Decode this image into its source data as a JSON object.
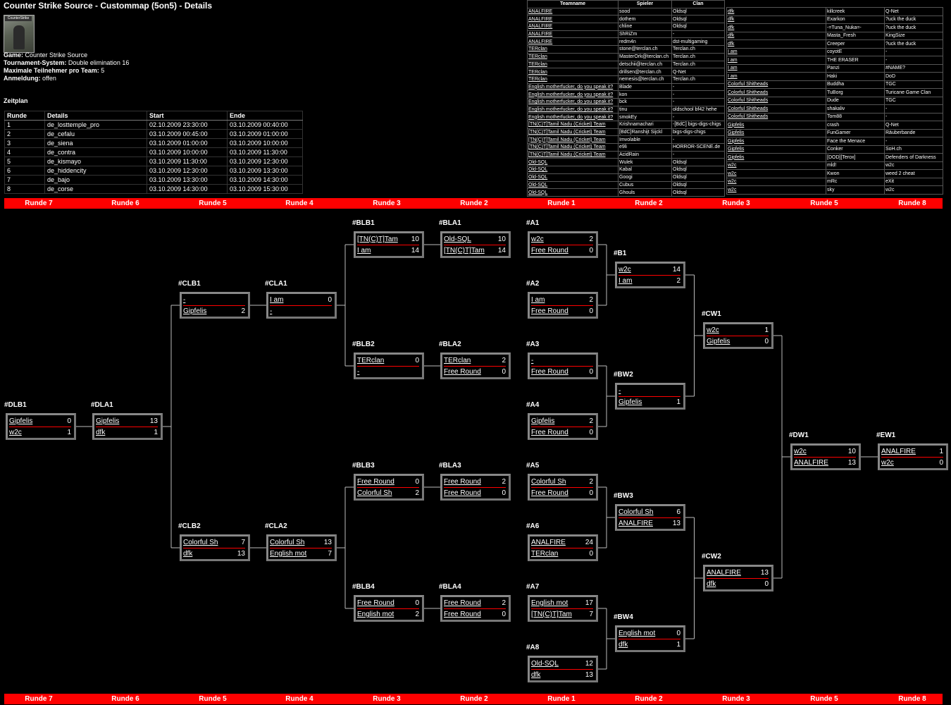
{
  "header": {
    "title": "Counter Strike Source - Custommap (5on5) - Details",
    "logo_icon": "counter-strike-logo-icon",
    "logo_text": "CounterStrike",
    "game_label": "Game:",
    "game_value": "Counter Strike Source",
    "system_label": "Tournament-System:",
    "system_value": "Double elimination 16",
    "max_label": "Maximale Teilnehmer pro Team:",
    "max_value": "5",
    "signup_label": "Anmeldung:",
    "signup_value": "offen",
    "schedule_heading": "Zeitplan"
  },
  "schedule": {
    "columns": [
      "Runde",
      "Details",
      "Start",
      "Ende"
    ],
    "rows": [
      [
        "1",
        "de_losttemple_pro",
        "02.10.2009 23:30:00",
        "03.10.2009 00:40:00"
      ],
      [
        "2",
        "de_cefalu",
        "03.10.2009 00:45:00",
        "03.10.2009 01:00:00"
      ],
      [
        "3",
        "de_siena",
        "03.10.2009 01:00:00",
        "03.10.2009 10:00:00"
      ],
      [
        "4",
        "de_contra",
        "03.10.2009 10:00:00",
        "03.10.2009 11:30:00"
      ],
      [
        "5",
        "de_kismayo",
        "03.10.2009 11:30:00",
        "03.10.2009 12:30:00"
      ],
      [
        "6",
        "de_hiddencity",
        "03.10.2009 12:30:00",
        "03.10.2009 13:30:00"
      ],
      [
        "7",
        "de_bajo",
        "03.10.2009 13:30:00",
        "03.10.2009 14:30:00"
      ],
      [
        "8",
        "de_corse",
        "03.10.2009 14:30:00",
        "03.10.2009 15:30:00"
      ]
    ]
  },
  "teams_table": {
    "columns": [
      "Teamname",
      "Spieler",
      "Clan"
    ],
    "rows": [
      [
        "ANALFIRE",
        "sood",
        "Oldsql"
      ],
      [
        "ANALFIRE",
        "dothem",
        "Oldsql"
      ],
      [
        "ANALFIRE",
        "chline",
        "Oldsql"
      ],
      [
        "ANALFIRE",
        "ShRiZm",
        "-"
      ],
      [
        "ANALFIRE",
        "redm4n",
        "dst-multigaming"
      ],
      [
        "TERclan",
        "stone@terclan.ch",
        "Terclan.ch"
      ],
      [
        "TERclan",
        "MasterOrk@terclan.ch",
        "Terclan.ch"
      ],
      [
        "TERclan",
        "detschii@terclan.ch",
        "Terclan.ch"
      ],
      [
        "TERclan",
        "drillsen@terclan.ch",
        "Q-Net"
      ],
      [
        "TERclan",
        "nemesis@terclan.ch",
        "Terclan.ch"
      ],
      [
        "English motherfucker, do you speak it?",
        "Blade",
        "-"
      ],
      [
        "English motherfucker, do you speak it?",
        "kon",
        "-"
      ],
      [
        "English motherfucker, do you speak it?",
        "bck",
        "-"
      ],
      [
        "English motherfucker, do you speak it?",
        "tinu",
        "oldschool bf42 hehe"
      ],
      [
        "English motherfucker, do you speak it?",
        "smokEy",
        "-"
      ],
      [
        "[TN(C)T]Tamil Nadu (Cricket) Team",
        "Krishnamachari",
        "-[BdC] bigs-digs-chigs"
      ],
      [
        "[TN(C)T]Tamil Nadu (Cricket) Team",
        "[BdC]Ranshijt Sijckl",
        "bigs-digs-chigs"
      ],
      [
        "[TN(C)T]Tamil Nadu (Cricket) Team",
        "Imvolable",
        "-"
      ],
      [
        "[TN(C)T]Tamil Nadu (Cricket) Team",
        "e9li",
        "HORROR-SCENE.de"
      ],
      [
        "[TN(C)T]Tamil Nadu (Cricket) Team",
        "AcidRain",
        "-"
      ],
      [
        "Old-SQL",
        "Wulek",
        "Oldsql"
      ],
      [
        "Old-SQL",
        "Kabal",
        "Oldsql"
      ],
      [
        "Old-SQL",
        "Googi",
        "Oldsql"
      ],
      [
        "Old-SQL",
        "Cubus",
        "Oldsql"
      ],
      [
        "Old-SQL",
        "Ghouls",
        "Oldsql"
      ]
    ]
  },
  "teams_table2": {
    "rows": [
      [
        "dfk",
        "killcreek",
        "Q-Net"
      ],
      [
        "dfk",
        "Exarkon",
        "?uck the duck"
      ],
      [
        "dfk",
        "-=Tuna_Nuka=-",
        "?uck the duck"
      ],
      [
        "dfk",
        "Masta_Fresh",
        "KingSize"
      ],
      [
        "dfk",
        "Creeper",
        "?uck the duck"
      ],
      [
        "I am",
        "coyotE",
        "-"
      ],
      [
        "I am",
        "THE ERASER",
        "-"
      ],
      [
        "I am",
        "Panzi",
        "#NAME?"
      ],
      [
        "I am",
        "Haki",
        "DoD"
      ],
      [
        "Colorful Shitheads",
        "Buddha",
        "TGC"
      ],
      [
        "Colorful Shitheads",
        "TuBorg",
        "Turicane Game Clan"
      ],
      [
        "Colorful Shitheads",
        "Dude",
        "TGC"
      ],
      [
        "Colorful Shitheads",
        "shakaliv",
        "-"
      ],
      [
        "Colorful Shitheads",
        "Tom88",
        "-"
      ],
      [
        "Gipfelis",
        "crash",
        "Q-Net"
      ],
      [
        "Gipfelis",
        "FunGamer",
        "Räuberbande"
      ],
      [
        "Gipfelis",
        "Face the Menace",
        "-"
      ],
      [
        "Gipfelis",
        "Conker",
        "SoH.ch"
      ],
      [
        "Gipfelis",
        "[DOD][Terox]",
        "Defenders of Darkness"
      ],
      [
        "w2c",
        "mld!",
        "w2c"
      ],
      [
        "w2c",
        "Kwon",
        "weed 2 cheat"
      ],
      [
        "w2c",
        "mRc",
        "eXit"
      ],
      [
        "w2c",
        "sky",
        "w2c"
      ]
    ]
  },
  "rounds": [
    "Runde 7",
    "Runde 6",
    "Runde 5",
    "Runde 4",
    "Runde 3",
    "Runde 2",
    "Runde 1",
    "Runde 2",
    "Runde 3",
    "Runde 5",
    "Runde 8"
  ],
  "matches": [
    {
      "id": "#A1",
      "t1": "w2c",
      "s1": "2",
      "t2": "Free Round",
      "s2": "0"
    },
    {
      "id": "#A2",
      "t1": "I am",
      "s1": "2",
      "t2": "Free Round",
      "s2": "0"
    },
    {
      "id": "#A3",
      "t1": "-",
      "s1": "",
      "t2": "Free Round",
      "s2": "0"
    },
    {
      "id": "#A4",
      "t1": "Gipfelis",
      "s1": "2",
      "t2": "Free Round",
      "s2": "0"
    },
    {
      "id": "#A5",
      "t1": "Colorful Sh",
      "s1": "2",
      "t2": "Free Round",
      "s2": "0"
    },
    {
      "id": "#A6",
      "t1": "ANALFIRE",
      "s1": "24",
      "t2": "TERclan",
      "s2": "0"
    },
    {
      "id": "#A7",
      "t1": "English mot",
      "s1": "17",
      "t2": "[TN(C)T]Tam",
      "s2": "7"
    },
    {
      "id": "#A8",
      "t1": "Old-SQL",
      "s1": "12",
      "t2": "dfk",
      "s2": "13"
    },
    {
      "id": "#B1",
      "t1": "w2c",
      "s1": "14",
      "t2": "I am",
      "s2": "2"
    },
    {
      "id": "#BW2",
      "t1": "-",
      "s1": "",
      "t2": "Gipfelis",
      "s2": "1"
    },
    {
      "id": "#BW3",
      "t1": "Colorful Sh",
      "s1": "6",
      "t2": "ANALFIRE",
      "s2": "13"
    },
    {
      "id": "#BW4",
      "t1": "English mot",
      "s1": "0",
      "t2": "dfk",
      "s2": "1"
    },
    {
      "id": "#CW1",
      "t1": "w2c",
      "s1": "1",
      "t2": "Gipfelis",
      "s2": "0"
    },
    {
      "id": "#CW2",
      "t1": "ANALFIRE",
      "s1": "13",
      "t2": "dfk",
      "s2": "0"
    },
    {
      "id": "#DW1",
      "t1": "w2c",
      "s1": "10",
      "t2": "ANALFIRE",
      "s2": "13"
    },
    {
      "id": "#EW1",
      "t1": "ANALFIRE",
      "s1": "1",
      "t2": "w2c",
      "s2": "0"
    },
    {
      "id": "#BLA1",
      "t1": "Old-SQL",
      "s1": "10",
      "t2": "[TN(C)T]Tam",
      "s2": "14"
    },
    {
      "id": "#BLA2",
      "t1": "TERclan",
      "s1": "2",
      "t2": "Free Round",
      "s2": "0"
    },
    {
      "id": "#BLA3",
      "t1": "Free Round",
      "s1": "2",
      "t2": "Free Round",
      "s2": "0"
    },
    {
      "id": "#BLA4",
      "t1": "Free Round",
      "s1": "2",
      "t2": "Free Round",
      "s2": "0"
    },
    {
      "id": "#BLB1",
      "t1": "[TN(C)T]Tam",
      "s1": "10",
      "t2": "I am",
      "s2": "14"
    },
    {
      "id": "#BLB2",
      "t1": "TERclan",
      "s1": "0",
      "t2": "-",
      "s2": ""
    },
    {
      "id": "#BLB3",
      "t1": "Free Round",
      "s1": "0",
      "t2": "Colorful Sh",
      "s2": "2"
    },
    {
      "id": "#BLB4",
      "t1": "Free Round",
      "s1": "0",
      "t2": "English mot",
      "s2": "2"
    },
    {
      "id": "#CLA1",
      "t1": "I am",
      "s1": "0",
      "t2": "-",
      "s2": ""
    },
    {
      "id": "#CLA2",
      "t1": "Colorful Sh",
      "s1": "13",
      "t2": "English mot",
      "s2": "7"
    },
    {
      "id": "#CLB1",
      "t1": "-",
      "s1": "",
      "t2": "Gipfelis",
      "s2": "2"
    },
    {
      "id": "#CLB2",
      "t1": "Colorful Sh",
      "s1": "7",
      "t2": "dfk",
      "s2": "13"
    },
    {
      "id": "#DLA1",
      "t1": "Gipfelis",
      "s1": "13",
      "t2": "dfk",
      "s2": "1"
    },
    {
      "id": "#DLB1",
      "t1": "Gipfelis",
      "s1": "0",
      "t2": "w2c",
      "s2": "1"
    }
  ]
}
